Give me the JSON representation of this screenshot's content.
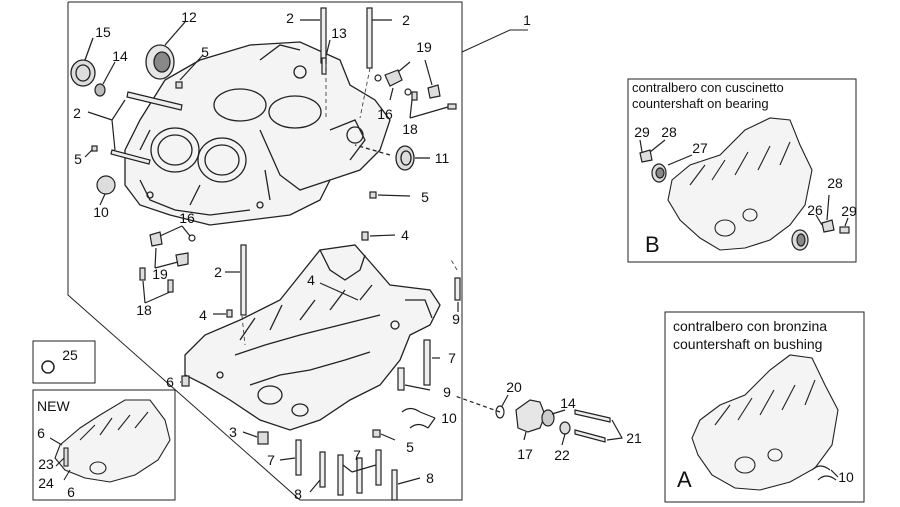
{
  "insets": {
    "B": {
      "letter": "B",
      "caption_it": "contralbero con cuscinetto",
      "caption_en": "countershaft on bearing"
    },
    "A": {
      "letter": "A",
      "caption_it": "contralbero con bronzina",
      "caption_en": "countershaft on bushing"
    },
    "new": {
      "label": "NEW"
    }
  },
  "callouts": {
    "c1": "1",
    "c2a": "2",
    "c2b": "2",
    "c2c": "2",
    "c2d": "2",
    "c3": "3",
    "c4a": "4",
    "c4b": "4",
    "c4c": "4",
    "c5a": "5",
    "c5b": "5",
    "c5c": "5",
    "c5d": "5",
    "c6a": "6",
    "c6b": "6",
    "c6c": "6",
    "c7a": "7",
    "c7b": "7",
    "c7c": "7",
    "c8a": "8",
    "c8b": "8",
    "c9a": "9",
    "c9b": "9",
    "c10a": "10",
    "c10b": "10",
    "c10c": "10",
    "c11": "11",
    "c12": "12",
    "c13": "13",
    "c14a": "14",
    "c14b": "14",
    "c15": "15",
    "c16a": "16",
    "c16b": "16",
    "c17": "17",
    "c18a": "18",
    "c18b": "18",
    "c19a": "19",
    "c19b": "19",
    "c20": "20",
    "c21": "21",
    "c22": "22",
    "c23": "23",
    "c24": "24",
    "c25": "25",
    "c26": "26",
    "c27": "27",
    "c28a": "28",
    "c28b": "28",
    "c29a": "29",
    "c29b": "29"
  }
}
